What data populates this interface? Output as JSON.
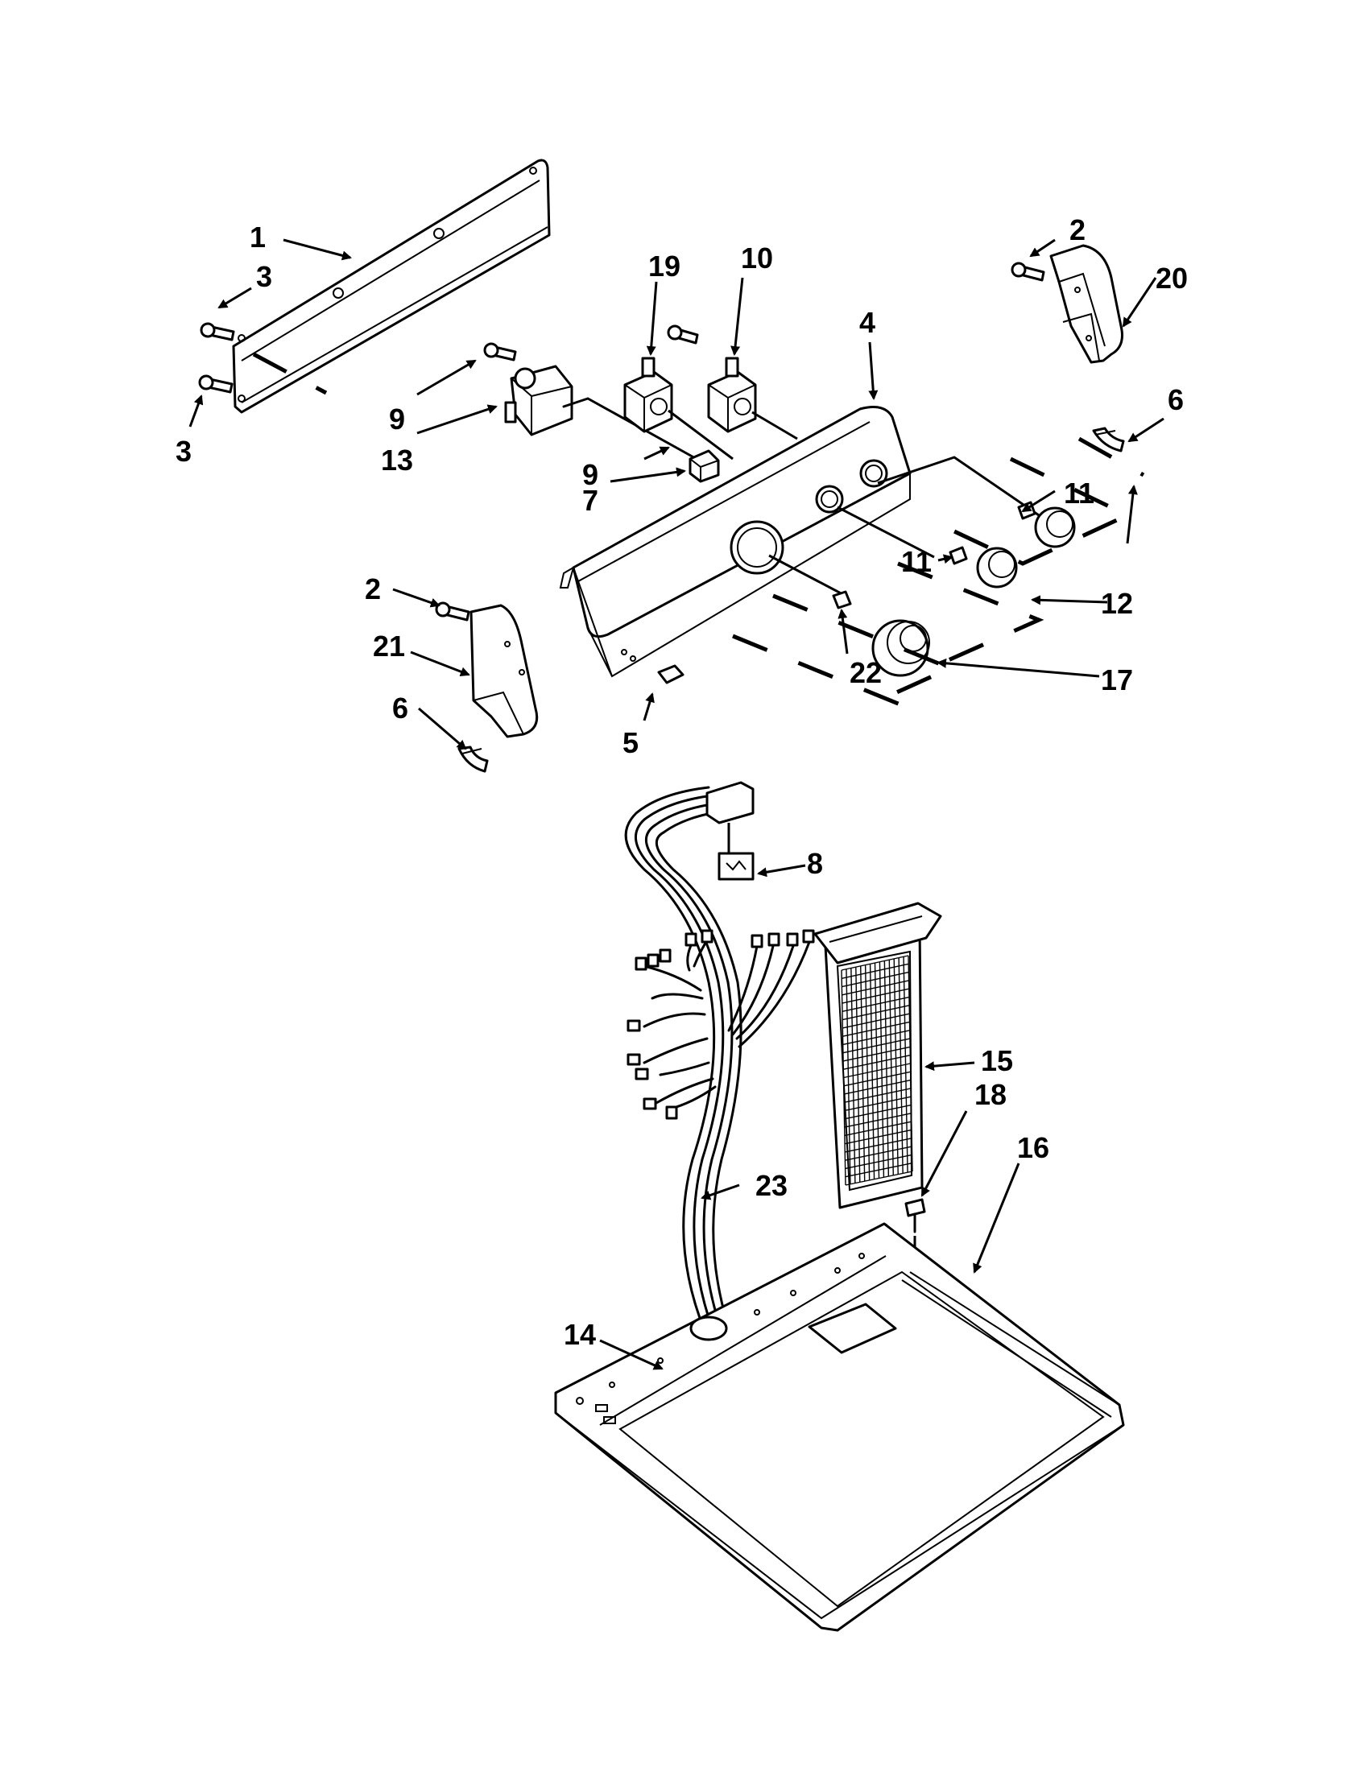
{
  "callouts": {
    "c1": "1",
    "c2a": "2",
    "c2b": "2",
    "c3a": "3",
    "c3b": "3",
    "c4": "4",
    "c5": "5",
    "c6a": "6",
    "c6b": "6",
    "c7": "7",
    "c8": "8",
    "c9a": "9",
    "c9b": "9",
    "c10": "10",
    "c11a": "11",
    "c11b": "11",
    "c12": "12",
    "c13": "13",
    "c14": "14",
    "c15": "15",
    "c16": "16",
    "c17": "17",
    "c18": "18",
    "c19": "19",
    "c20": "20",
    "c21": "21",
    "c22": "22",
    "c23": "23"
  },
  "colors": {
    "ink": "#000000",
    "paper": "#ffffff"
  }
}
